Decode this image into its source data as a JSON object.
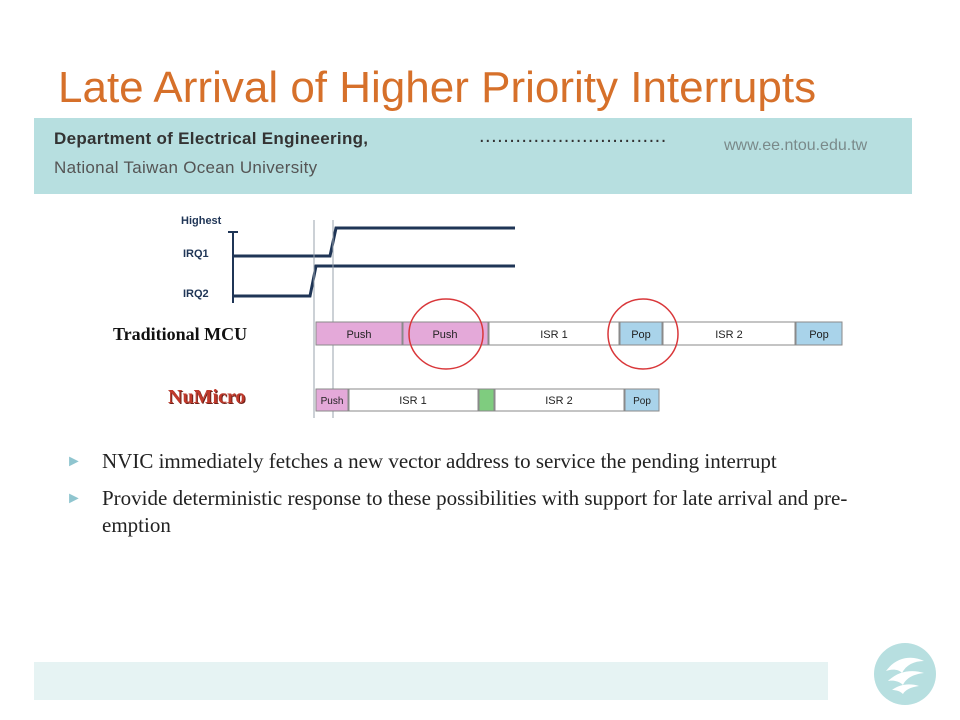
{
  "slide": {
    "title": "Late Arrival of Higher Priority Interrupts"
  },
  "header": {
    "department": "Department of Electrical Engineering,",
    "dots": "...............................",
    "website": "www.ee.ntou.edu.tw",
    "university": "National Taiwan Ocean University"
  },
  "diagram": {
    "signals": [
      "Highest",
      "IRQ1",
      "IRQ2"
    ],
    "traditional": {
      "label": "Traditional MCU",
      "blocks": [
        "Push",
        "Push",
        "ISR 1",
        "Pop",
        "ISR 2",
        "Pop"
      ]
    },
    "numicro": {
      "label": "NuMicro",
      "blocks": [
        "Push",
        "ISR 1",
        "ISR 2",
        "Pop"
      ]
    },
    "colors": {
      "push": "#e4a9d9",
      "pop": "#a9d3ea",
      "isr": "#ffffff",
      "tail": "#7fcc7f",
      "highlight": "#d9373a",
      "signal": "#1f3556"
    }
  },
  "bullets": [
    "NVIC immediately fetches a new vector address to service the pending interrupt",
    "Provide deterministic response to these possibilities with support for late arrival and pre-emption"
  ],
  "colors": {
    "title": "#d6702a",
    "band": "#b7dfe0",
    "bullet_arrow": "#8fc5cf"
  }
}
